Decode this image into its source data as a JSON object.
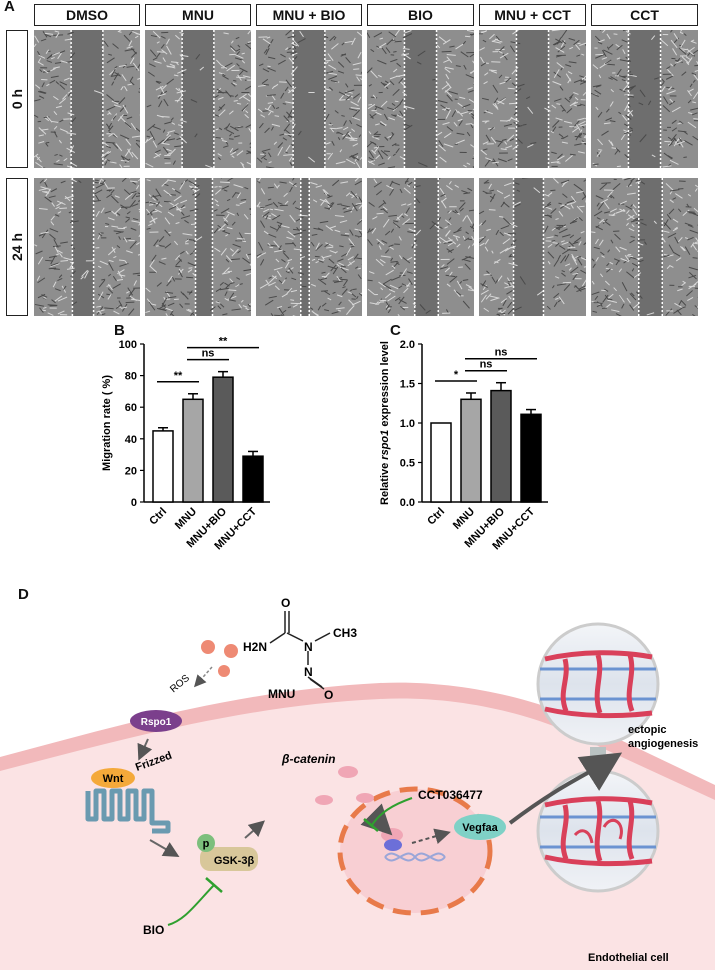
{
  "panels": {
    "a": "A",
    "b": "B",
    "c": "C",
    "d": "D"
  },
  "panel_a": {
    "columns": [
      "DMSO",
      "MNU",
      "MNU + BIO",
      "BIO",
      "MNU + CCT",
      "CCT"
    ],
    "rows": [
      "0 h",
      "24 h"
    ]
  },
  "colors": {
    "bar_ctrl": "#ffffff",
    "bar_mnu": "#a6a6a6",
    "bar_mnu_bio": "#5a5a5a",
    "bar_mnu_cct": "#000000",
    "wnt": "#f4a93a",
    "rspo1": "#7b3f8c",
    "gsk": "#d8c79a",
    "p": "#7cbf7c",
    "vegfaa": "#7fd1c6",
    "cell": "#fbe3e4",
    "membrane": "#f2b1b3",
    "nucleus_dash": "#e87a4a",
    "inhibit": "#2fa02f"
  },
  "chart_data": [
    {
      "type": "bar",
      "ylabel": "Migration rate ( %)",
      "categories": [
        "Ctrl",
        "MNU",
        "MNU+BIO",
        "MNU+CCT"
      ],
      "values": [
        45,
        65,
        79,
        29
      ],
      "errors": [
        2,
        3.5,
        3.5,
        3
      ],
      "ylim": [
        0,
        100
      ],
      "yticks": [
        0,
        20,
        40,
        60,
        80,
        100
      ],
      "annotations": [
        {
          "from": "Ctrl",
          "to": "MNU",
          "label": "**"
        },
        {
          "from": "MNU",
          "to": "MNU+BIO",
          "label": "ns"
        },
        {
          "from": "MNU",
          "to": "MNU+CCT",
          "label": "**"
        }
      ]
    },
    {
      "type": "bar",
      "ylabel_prefix": "Relative ",
      "ylabel_italic": "rspo1",
      "ylabel_suffix": " expression level",
      "categories": [
        "Ctrl",
        "MNU",
        "MNU+BIO",
        "MNU+CCT"
      ],
      "values": [
        1.0,
        1.3,
        1.41,
        1.11
      ],
      "errors": [
        0,
        0.08,
        0.1,
        0.06
      ],
      "ylim": [
        0,
        2.0
      ],
      "yticks": [
        "0.0",
        "0.5",
        "1.0",
        "1.5",
        "2.0"
      ],
      "annotations": [
        {
          "from": "Ctrl",
          "to": "MNU",
          "label": "*"
        },
        {
          "from": "MNU",
          "to": "MNU+BIO",
          "label": "ns"
        },
        {
          "from": "MNU",
          "to": "MNU+CCT",
          "label": "ns"
        }
      ]
    }
  ],
  "diagram": {
    "ros": "ROS",
    "h2n": "H2N",
    "o_top": "O",
    "n_mid": "N",
    "ch3": "CH3",
    "n_low": "N",
    "o_low": "O",
    "mnu": "MNU",
    "rspo1": "Rspo1",
    "wnt": "Wnt",
    "frizzed": "Frizzed",
    "beta_catenin": "β-catenin",
    "cct": "CCT036477",
    "vegfaa": "Vegfaa",
    "p": "p",
    "gsk": "GSK-3β",
    "bio": "BIO",
    "ectopic": "ectopic",
    "angiogenesis": "angiogenesis",
    "endothelial": "Endothelial cell"
  }
}
